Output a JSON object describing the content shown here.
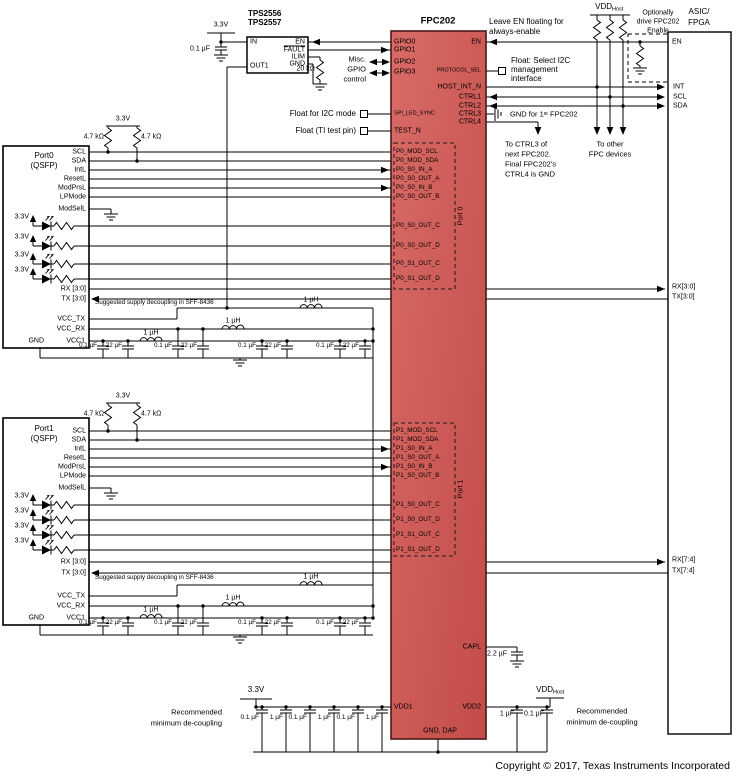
{
  "colors": {
    "chip_top": "#d96b66",
    "chip_bottom": "#c24c49",
    "chip_border": "#4a1818",
    "wire": "#000000"
  },
  "tps": {
    "name1": "TPS2556",
    "name2": "TPS2557",
    "pin_in": "IN",
    "pin_out1": "OUT1",
    "pin_en": "EN",
    "pin_fault": "FAULT",
    "pin_ilim": "ILIM",
    "pin_gnd": "GND",
    "res": "20 kΩ"
  },
  "chip": {
    "title": "FPC202",
    "gpio0": "GPIO0",
    "gpio1": "GPIO1",
    "gpio2": "GPIO2",
    "gpio3": "GPIO3",
    "spi": "SPI_LED_SYNC",
    "test": "TEST_N",
    "en": "EN",
    "protocol": "PROTOCOL_SEL",
    "host_int": "HOST_INT_N",
    "ctrl1": "CTRL1",
    "ctrl2": "CTRL2",
    "ctrl3": "CTRL3",
    "ctrl4": "CTRL4",
    "capl": "CAPL",
    "vdd1": "VDD1",
    "vdd2": "VDD2",
    "gnd_dap": "GND, DAP",
    "port0_group": "Port 0",
    "port1_group": "Port 1",
    "p0": [
      "P0_MOD_SCL",
      "P0_MOD_SDA",
      "P0_S0_IN_A",
      "P0_S0_OUT_A",
      "P0_S0_IN_B",
      "P0_S0_OUT_B",
      "P0_S0_OUT_C",
      "P0_S0_OUT_D",
      "P0_S1_OUT_C",
      "P0_S1_OUT_D"
    ],
    "p1": [
      "P1_MOD_SCL",
      "P1_MOD_SDA",
      "P1_S0_IN_A",
      "P1_S0_OUT_A",
      "P1_S0_IN_B",
      "P1_S0_OUT_B",
      "P1_S0_OUT_C",
      "P1_S0_OUT_D",
      "P1_S1_OUT_C",
      "P1_S1_OUT_D"
    ]
  },
  "asic": {
    "title1": "ASIC/",
    "title2": "FPGA",
    "en": "EN",
    "int": "INT",
    "scl": "SCL",
    "sda": "SDA",
    "rx0": "RX[3:0]",
    "tx0": "TX[3:0]",
    "rx1": "RX[7:4]",
    "tx1": "TX[7:4]"
  },
  "port_module": {
    "p0_title": "Port0",
    "p1_title": "Port1",
    "subtitle": "(QSFP)",
    "pins": [
      "SCL",
      "SDA",
      "IntL",
      "ResetL",
      "ModPrsL",
      "LPMode",
      "ModSelL"
    ],
    "rx": "RX [3:0]",
    "tx": "TX [3:0]",
    "vcc_tx": "VCC_TX",
    "vcc_rx": "VCC_RX",
    "vcc1": "VCC1",
    "gnd": "GND"
  },
  "values": {
    "v33": "3.3V",
    "r47": "4.7 kΩ",
    "c01": "0.1 µF",
    "c22": "22 µF",
    "c1": "1 µF",
    "c2_2": "2.2 µF",
    "l1": "1 µH",
    "vdd": "VDD",
    "vdd_sub": "Host"
  },
  "annotations": {
    "misc1": "Misc.",
    "misc2": "GPIO",
    "misc3": "control",
    "float_i2c": "Float for I2C mode",
    "float_test": "Float (TI test pin)",
    "leave_en1": "Leave EN floating for",
    "leave_en2": "always-enable",
    "float_sel1": "Float: Select I2C",
    "float_sel2": "management",
    "float_sel3": "interface",
    "gnd_first": "GND for 1ˢᵗ FPC202",
    "to_ctrl3_1": "To CTRL3 of",
    "to_ctrl3_2": "next FPC202.",
    "to_ctrl3_3": "Final FPC202's",
    "to_ctrl3_4": "CTRL4 is GND",
    "to_other1": "To other",
    "to_other2": "FPC devices",
    "opt1": "Optionally",
    "opt2": "drive FPC202",
    "opt3": "Enable",
    "sff": "Suggested supply decoupling in SFF-8436",
    "rec1": "Recommended",
    "rec2": "minimum de-coupling",
    "copyright": "Copyright © 2017, Texas Instruments Incorporated"
  }
}
